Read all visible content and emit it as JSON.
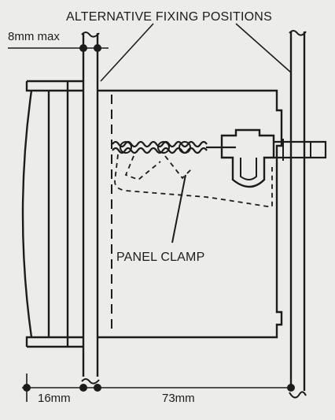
{
  "labels": {
    "fixing_positions": "ALTERNATIVE FIXING POSITIONS",
    "max_thickness": "8mm max",
    "panel_clamp": "PANEL CLAMP",
    "dim_front": "16mm",
    "dim_depth": "73mm"
  },
  "colors": {
    "ink": "#1c1c1c",
    "paper": "#ecedea"
  }
}
